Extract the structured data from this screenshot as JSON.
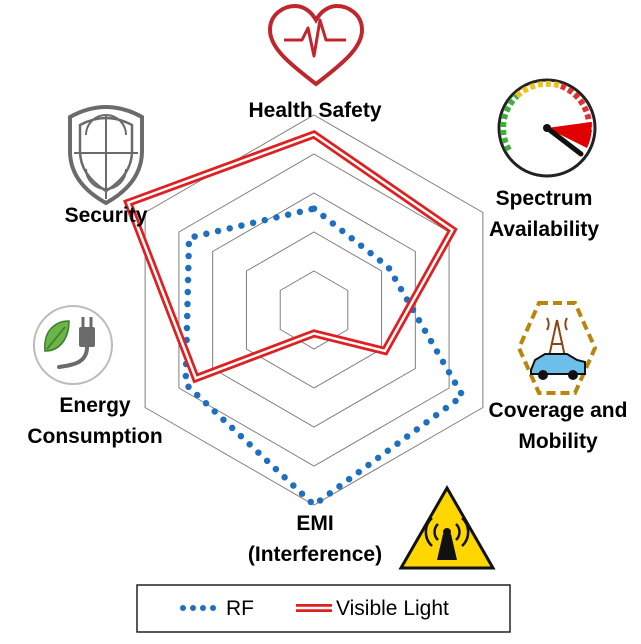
{
  "chart_data": {
    "type": "radar",
    "axes": [
      "Health Safety",
      "Spectrum Availability",
      "Coverage and Mobility",
      "EMI (Interference)",
      "Energy Consumption",
      "Security"
    ],
    "axis_labels": [
      [
        "Health Safety"
      ],
      [
        "Spectrum",
        "Availability"
      ],
      [
        "Coverage and",
        "Mobility"
      ],
      [
        "EMI",
        "(Interference)"
      ],
      [
        "Energy",
        "Consumption"
      ],
      [
        "Security"
      ]
    ],
    "rings": 5,
    "range": [
      0,
      5
    ],
    "grid": true,
    "legend_position": "bottom",
    "series": [
      {
        "name": "RF",
        "values": [
          2.6,
          2.2,
          4.4,
          5.0,
          3.8,
          3.7
        ],
        "color": "#1f6fbf",
        "style": "dotted"
      },
      {
        "name": "Visible Light",
        "values": [
          4.5,
          4.1,
          2.1,
          0.6,
          3.5,
          5.5
        ],
        "color": "#e02020",
        "style": "double"
      }
    ]
  },
  "icons": [
    {
      "name": "heart-pulse-icon",
      "color": "#c0272d"
    },
    {
      "name": "speedometer-icon",
      "color": "#e00000"
    },
    {
      "name": "cell-tower-car-icon",
      "color": "#b8860b"
    },
    {
      "name": "radiation-warning-icon",
      "color": "#ffd700"
    },
    {
      "name": "leaf-plug-icon",
      "color": "#4a9b3a"
    },
    {
      "name": "shield-icon",
      "color": "#6b6b6b"
    }
  ],
  "legend": {
    "items": [
      {
        "label": "RF"
      },
      {
        "label": "Visible Light"
      }
    ]
  }
}
